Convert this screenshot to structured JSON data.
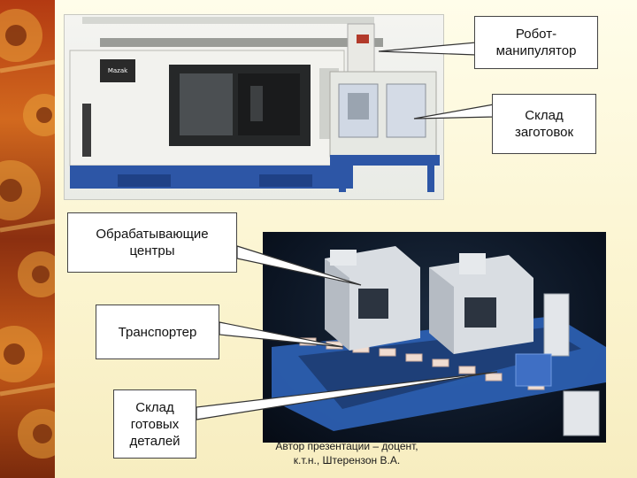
{
  "callouts": {
    "robot_arm": [
      "Робот-",
      "манипулятор"
    ],
    "blank_storage": [
      "Склад",
      "заготовок"
    ],
    "machining_centers": [
      "Обрабатывающие",
      "центры"
    ],
    "conveyor": "Транспортер",
    "finished_storage": [
      "Склад",
      "готовых",
      "деталей"
    ]
  },
  "footer": {
    "line1": "Автор презентации – доцент,",
    "line2": "к.т.н., Штерензон В.А."
  },
  "photo_brand": "Mazak",
  "colors": {
    "background": "#fbf6d6",
    "gear_strip": "#b33a12",
    "machine_blue": "#2d56a6",
    "leader_line": "#333333"
  }
}
